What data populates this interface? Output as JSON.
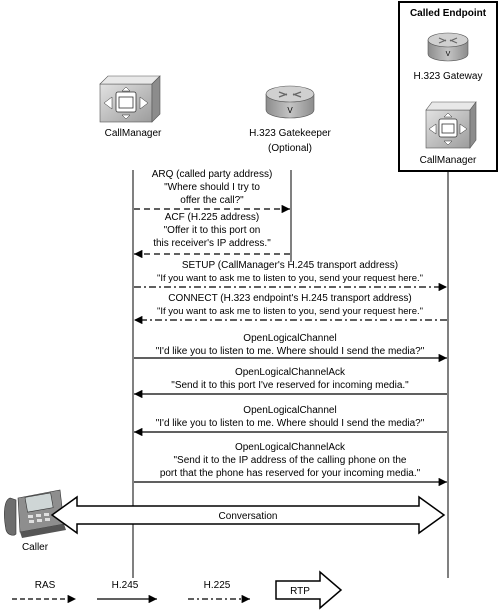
{
  "called_endpoint": {
    "title": "Called Endpoint",
    "gateway_label": "H.323 Gateway",
    "callmanager_label": "CallManager"
  },
  "callmanager_label": "CallManager",
  "gatekeeper_label": [
    "H.323 Gatekeeper",
    "(Optional)"
  ],
  "caller_label": "Caller",
  "messages": [
    {
      "lines": [
        "ARQ (called party address)",
        "\"Where should I try to",
        "offer the call?\""
      ]
    },
    {
      "lines": [
        "ACF (H.225 address)",
        "\"Offer it to this port on",
        "this receiver's IP address.\""
      ]
    },
    {
      "lines": [
        "SETUP (CallManager's H.245 transport address)",
        "\"If you want to ask me to listen to you, send your request here.\""
      ]
    },
    {
      "lines": [
        "CONNECT (H.323 endpoint's H.245 transport address)",
        "\"If you want to ask me to listen to you, send your request here.\""
      ]
    },
    {
      "lines": [
        "OpenLogicalChannel",
        "\"I'd like you to listen to me. Where should I send the media?\""
      ]
    },
    {
      "lines": [
        "OpenLogicalChannelAck",
        "\"Send it to this port I've reserved for incoming media.\""
      ]
    },
    {
      "lines": [
        "OpenLogicalChannel",
        "\"I'd like you to listen to me. Where should I send the media?\""
      ]
    },
    {
      "lines": [
        "OpenLogicalChannelAck",
        "\"Send it to the IP address of the calling phone on the",
        "port that the phone has reserved for your incoming media.\""
      ]
    }
  ],
  "conversation_label": "Conversation",
  "legend": [
    {
      "label": "RAS",
      "style": "dashed"
    },
    {
      "label": "H.245",
      "style": "solid"
    },
    {
      "label": "H.225",
      "style": "dash-dot"
    },
    {
      "label": "RTP",
      "style": "block-arrow"
    }
  ],
  "colors": {
    "line": "#000000",
    "router_fill": "#a8a8a8",
    "router_top": "#c8c8c8",
    "callmanager_fill": "#c8c8c8",
    "callmanager_dark": "#9a9a9a"
  }
}
